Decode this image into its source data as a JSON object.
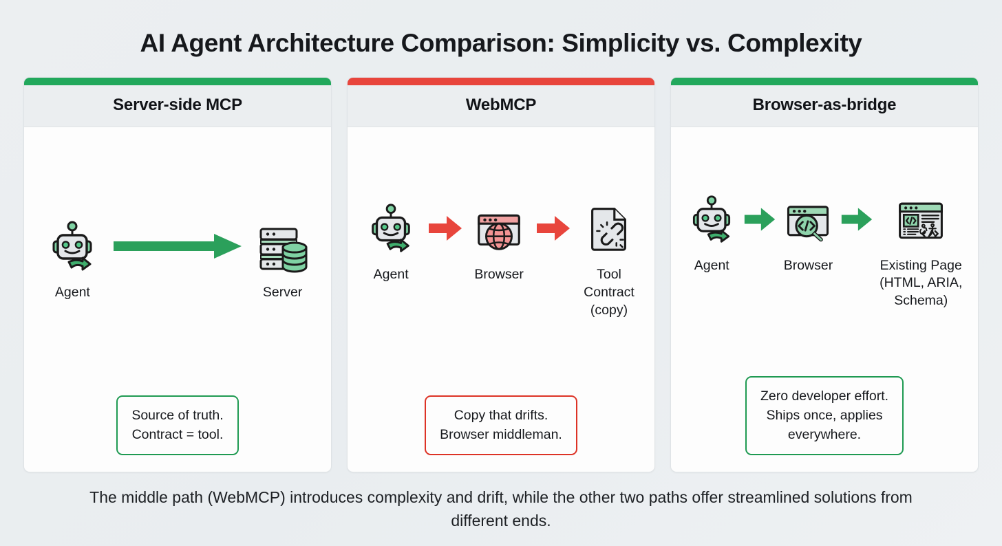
{
  "title": "AI Agent Architecture Comparison: Simplicity vs. Complexity",
  "footer_caption": "The middle path (WebMCP) introduces complexity and drift, while the other two paths offer streamlined solutions from different ends.",
  "colors": {
    "good": "#22a85c",
    "bad": "#e8453c",
    "callout_good_border": "#1f9a52",
    "callout_bad_border": "#dd3326",
    "page_background": "#eceff1",
    "card_background": "#fdfdfd",
    "card_header_background": "#ebeef0",
    "text": "#16181c"
  },
  "columns": [
    {
      "id": "server-side-mcp",
      "header": "Server-side MCP",
      "accent": "#22a85c",
      "status": "good",
      "nodes": [
        {
          "icon": "robot-agent-icon",
          "label": "Agent"
        },
        {
          "icon": "server-database-icon",
          "label": "Server"
        }
      ],
      "arrows": [
        {
          "icon": "long-right-arrow-icon",
          "color": "#22a85c"
        }
      ],
      "callout": "Source of truth.\nContract = tool."
    },
    {
      "id": "webmcp",
      "header": "WebMCP",
      "accent": "#e8453c",
      "status": "bad",
      "nodes": [
        {
          "icon": "robot-agent-icon",
          "label": "Agent"
        },
        {
          "icon": "browser-globe-icon",
          "label": "Browser"
        },
        {
          "icon": "broken-link-document-icon",
          "label": "Tool\nContract\n(copy)"
        }
      ],
      "arrows": [
        {
          "icon": "right-arrow-icon",
          "color": "#e8453c"
        },
        {
          "icon": "right-arrow-icon",
          "color": "#e8453c"
        }
      ],
      "callout": "Copy that drifts.\nBrowser middleman."
    },
    {
      "id": "browser-as-bridge",
      "header": "Browser-as-bridge",
      "accent": "#22a85c",
      "status": "good",
      "nodes": [
        {
          "icon": "robot-agent-icon",
          "label": "Agent"
        },
        {
          "icon": "browser-code-inspect-icon",
          "label": "Browser"
        },
        {
          "icon": "existing-page-accessibility-icon",
          "label": "Existing Page\n(HTML, ARIA,\nSchema)"
        }
      ],
      "arrows": [
        {
          "icon": "right-arrow-icon",
          "color": "#22a85c"
        },
        {
          "icon": "right-arrow-icon",
          "color": "#22a85c"
        }
      ],
      "callout": "Zero developer effort.\nShips once, applies\neverywhere."
    }
  ]
}
